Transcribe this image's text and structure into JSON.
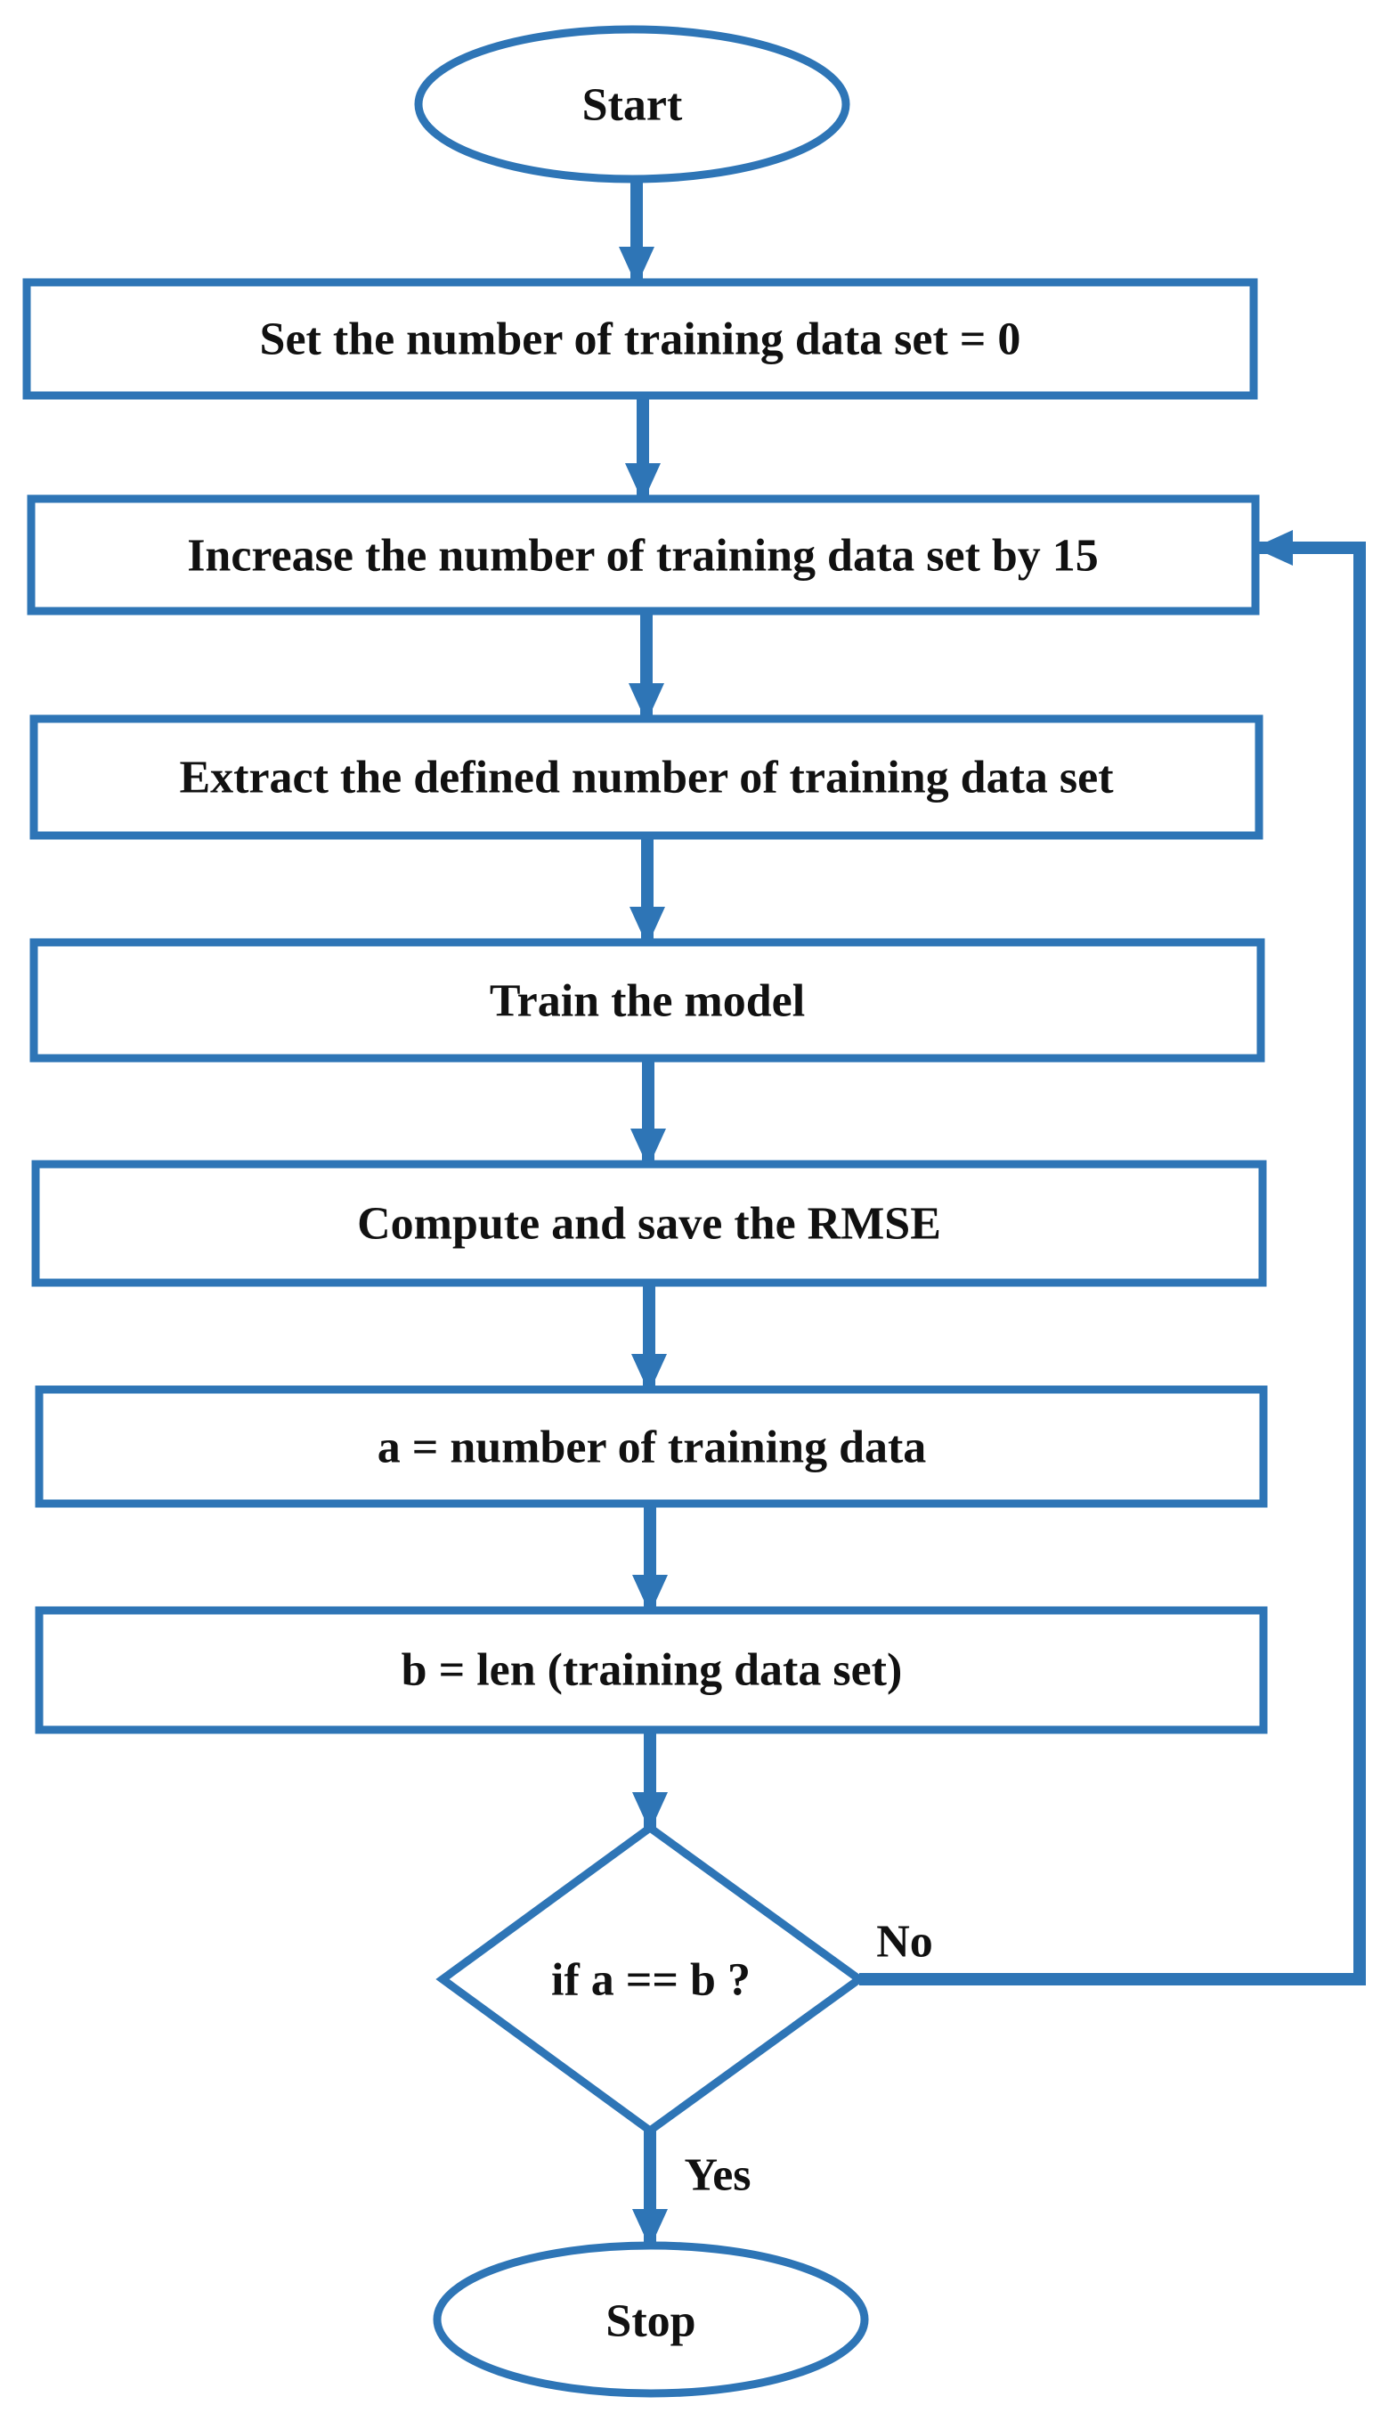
{
  "diagram": {
    "type": "flowchart",
    "colors": {
      "stroke": "#2E75B6",
      "fill": "#FFFFFF",
      "text": "#111111"
    },
    "nodes": [
      {
        "id": "start",
        "shape": "terminal",
        "text": "Start"
      },
      {
        "id": "set",
        "shape": "process",
        "text": "Set the number of training data set = 0"
      },
      {
        "id": "increase",
        "shape": "process",
        "text": "Increase the number of training data set by 15"
      },
      {
        "id": "extract",
        "shape": "process",
        "text": "Extract the defined number of training data set"
      },
      {
        "id": "train",
        "shape": "process",
        "text": "Train the model"
      },
      {
        "id": "compute",
        "shape": "process",
        "text": "Compute and save the RMSE"
      },
      {
        "id": "assign-a",
        "shape": "process",
        "text": "a = number of training data"
      },
      {
        "id": "assign-b",
        "shape": "process",
        "text": "b = len (training data set)"
      },
      {
        "id": "decision",
        "shape": "decision",
        "text": "if a == b ?"
      },
      {
        "id": "stop",
        "shape": "terminal",
        "text": "Stop"
      }
    ],
    "edges": [
      {
        "from": "start",
        "to": "set",
        "label": ""
      },
      {
        "from": "set",
        "to": "increase",
        "label": ""
      },
      {
        "from": "increase",
        "to": "extract",
        "label": ""
      },
      {
        "from": "extract",
        "to": "train",
        "label": ""
      },
      {
        "from": "train",
        "to": "compute",
        "label": ""
      },
      {
        "from": "compute",
        "to": "assign-a",
        "label": ""
      },
      {
        "from": "assign-a",
        "to": "assign-b",
        "label": ""
      },
      {
        "from": "assign-b",
        "to": "decision",
        "label": ""
      },
      {
        "from": "decision",
        "to": "increase",
        "label": "No"
      },
      {
        "from": "decision",
        "to": "stop",
        "label": "Yes"
      }
    ]
  }
}
